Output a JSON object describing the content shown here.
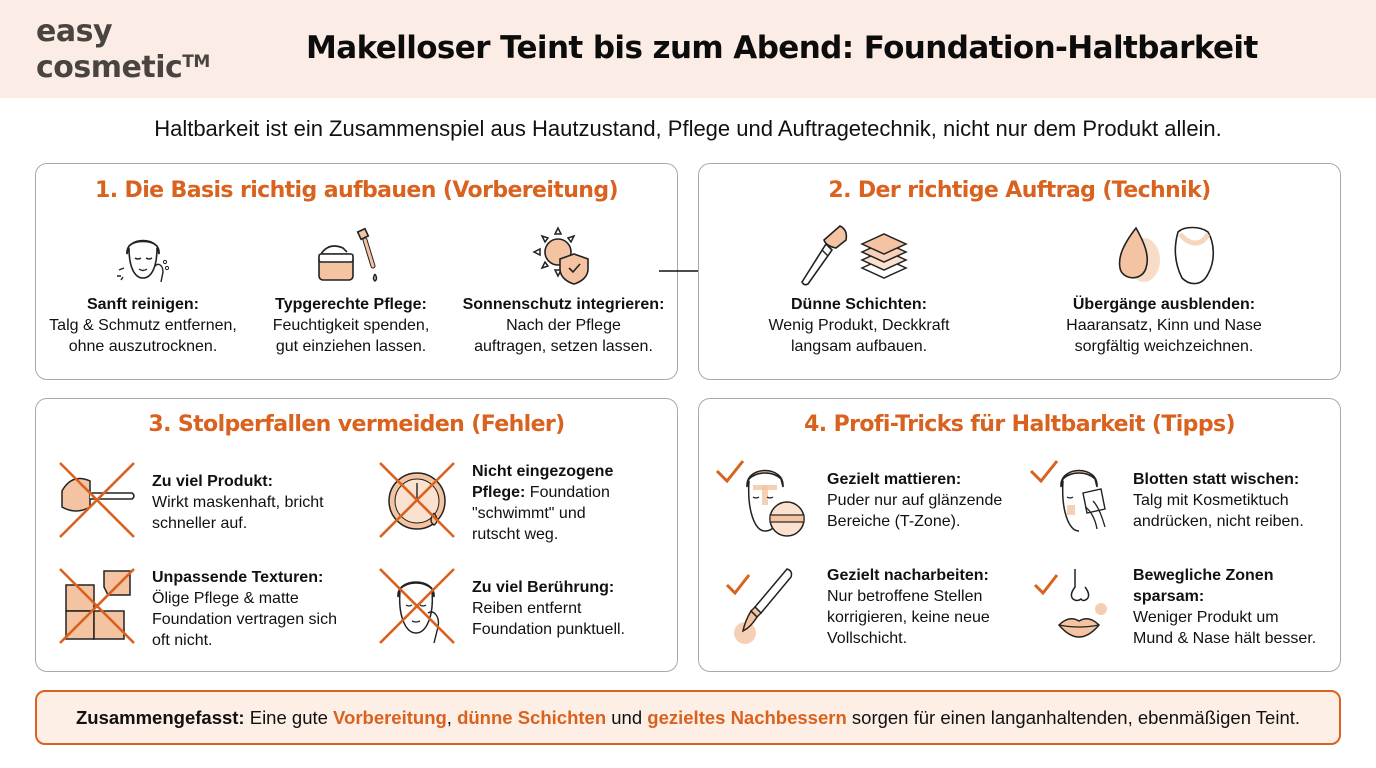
{
  "header": {
    "logo_line1": "easy",
    "logo_line2": "cosmetic",
    "logo_tm": "TM",
    "title": "Makelloser Teint bis zum Abend: Foundation-Haltbarkeit"
  },
  "subtitle": "Haltbarkeit ist ein Zusammenspiel aus Hautzustand, Pflege und Auftragetechnik, nicht nur dem Produkt allein.",
  "colors": {
    "accent": "#d9621f",
    "header_bg": "#fbede6",
    "skin_tone": "#f4c4a2",
    "border": "#a9a9a9",
    "summary_bg": "#fdeee6"
  },
  "sections": [
    {
      "title": "1. Die Basis richtig aufbauen (Vorbereitung)",
      "items": [
        {
          "icon": "face-cleansing-icon",
          "heading": "Sanft reinigen:",
          "line1": "Talg & Schmutz entfernen,",
          "line2": "ohne auszutrocknen."
        },
        {
          "icon": "cream-jar-dropper-icon",
          "heading": "Typgerechte Pflege:",
          "line1": "Feuchtigkeit spenden,",
          "line2": "gut einziehen lassen."
        },
        {
          "icon": "sun-shield-icon",
          "heading": "Sonnenschutz integrieren:",
          "line1": "Nach der Pflege",
          "line2": "auftragen, setzen lassen."
        }
      ]
    },
    {
      "title": "2. Der richtige Auftrag (Technik)",
      "items": [
        {
          "icon": "brush-layers-icon",
          "heading": "Dünne Schichten:",
          "line1": "Wenig Produkt, Deckkraft",
          "line2": "langsam aufbauen."
        },
        {
          "icon": "sponge-face-icon",
          "heading": "Übergänge ausblenden:",
          "line1": "Haaransatz, Kinn und Nase",
          "line2": "sorgfältig weichzeichnen."
        }
      ]
    },
    {
      "title": "3. Stolperfallen vermeiden (Fehler)",
      "items": [
        {
          "icon": "too-much-product-crossed-icon",
          "heading": "Zu viel Produkt:",
          "lines": [
            "Wirkt maskenhaft, bricht",
            "schneller auf."
          ]
        },
        {
          "icon": "clock-drop-crossed-icon",
          "heading": "Nicht eingezogene",
          "heading2": "Pflege:",
          "rest2": " Foundation",
          "lines": [
            "\"schwimmt\" und",
            "rutscht weg."
          ]
        },
        {
          "icon": "puzzle-crossed-icon",
          "heading": "Unpassende Texturen:",
          "lines": [
            "Ölige Pflege & matte",
            "Foundation vertragen sich",
            "oft nicht."
          ]
        },
        {
          "icon": "face-touch-crossed-icon",
          "heading": "Zu viel Berührung:",
          "lines": [
            "Reiben entfernt",
            "Foundation punktuell."
          ]
        }
      ]
    },
    {
      "title": "4. Profi-Tricks für Haltbarkeit (Tipps)",
      "items": [
        {
          "icon": "face-powder-puff-icon",
          "heading": "Gezielt mattieren:",
          "lines": [
            "Puder nur auf glänzende",
            "Bereiche (T-Zone)."
          ]
        },
        {
          "icon": "face-blotting-icon",
          "heading": "Blotten statt wischen:",
          "lines": [
            "Talg mit Kosmetiktuch",
            "andrücken, nicht reiben."
          ]
        },
        {
          "icon": "touchup-brush-icon",
          "heading": "Gezielt nacharbeiten:",
          "lines": [
            "Nur betroffene Stellen",
            "korrigieren, keine neue",
            "Vollschicht."
          ]
        },
        {
          "icon": "nose-lips-icon",
          "heading": "Bewegliche Zonen",
          "heading2": "sparsam:",
          "lines": [
            "Weniger Produkt um",
            "Mund & Nase hält besser."
          ]
        }
      ]
    }
  ],
  "summary": {
    "label": "Zusammengefasst:",
    "t1": " Eine gute ",
    "h1": "Vorbereitung",
    "t2": ", ",
    "h2": "dünne Schichten",
    "t3": " und ",
    "h3": "gezieltes Nachbessern",
    "t4": " sorgen für einen langanhaltenden, ebenmäßigen Teint."
  }
}
